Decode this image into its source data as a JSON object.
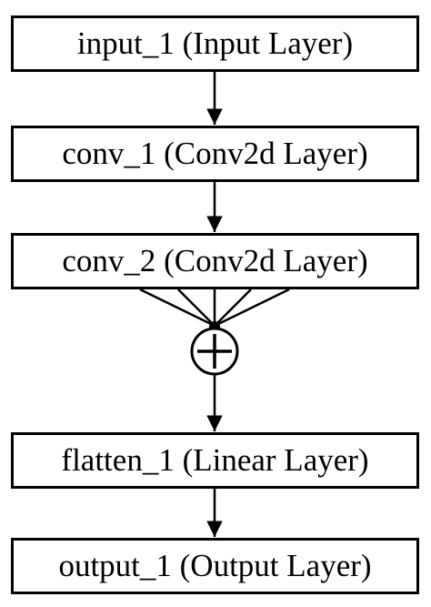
{
  "layers": [
    {
      "name": "input_1",
      "type": "(Input Layer)"
    },
    {
      "name": "conv_1",
      "type": "(Conv2d Layer)"
    },
    {
      "name": "conv_2",
      "type": "(Conv2d Layer)"
    },
    {
      "name": "flatten_1",
      "type": "(Linear Layer)"
    },
    {
      "name": "output_1",
      "type": "(Output Layer)"
    }
  ],
  "merge_node": {
    "symbol": "add-circle-icon",
    "fan_in_lines": 5
  },
  "colors": {
    "stroke": "#000000",
    "background": "#ffffff"
  }
}
